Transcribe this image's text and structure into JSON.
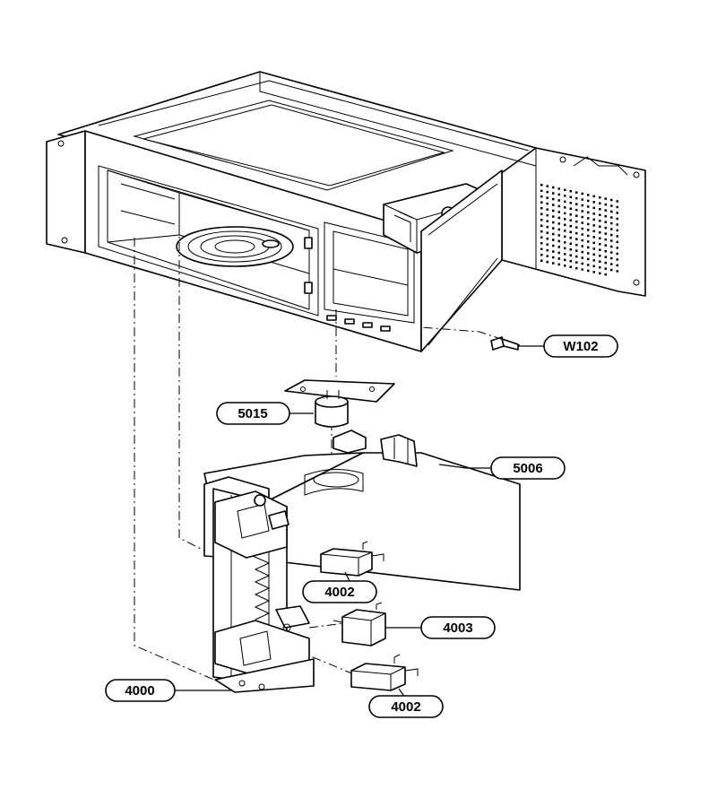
{
  "callouts": {
    "w102": "W102",
    "c5015": "5015",
    "c5006": "5006",
    "c4002a": "4002",
    "c4003": "4003",
    "c4000": "4000",
    "c4002b": "4002"
  },
  "colors": {
    "line": "#000000",
    "background": "#ffffff"
  }
}
